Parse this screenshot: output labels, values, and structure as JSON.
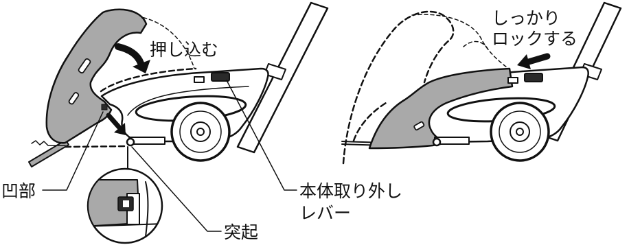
{
  "labels": {
    "push_in": "押し込む",
    "lock_line1": "しっかり",
    "lock_line2": "ロックする",
    "recess": "凹部",
    "release_lever_line1": "本体取り外し",
    "release_lever_line2": "レバー",
    "protrusion": "突起"
  },
  "colors": {
    "line": "#111111",
    "body_fill": "#a9a9a9",
    "background": "#ffffff"
  }
}
